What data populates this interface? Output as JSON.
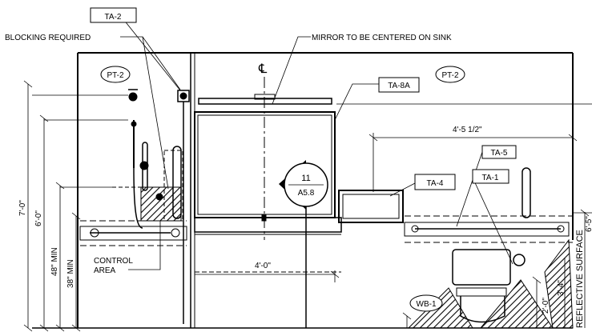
{
  "tags": {
    "ta2": "TA-2",
    "ta8a": "TA-8A",
    "ta5": "TA-5",
    "ta1": "TA-1",
    "ta4": "TA-4",
    "pt2_left": "PT-2",
    "pt2_right": "PT-2",
    "wb1": "WB-1"
  },
  "notes": {
    "blocking": "BLOCKING REQUIRED",
    "mirror": "MIRROR TO BE CENTERED ON SINK",
    "control_line1": "CONTROL",
    "control_line2": "AREA",
    "reflective": "REFLECTIVE SURFACE"
  },
  "dimensions": {
    "d7_0": "7'-0\"",
    "d6_0": "6'-0\"",
    "d48min": "48\" MIN",
    "d38min": "38\" MIN",
    "d4_5": "4'-5 1/2\"",
    "d4_0": "4'-0\"",
    "d6_5": "6'-5\"",
    "d3_4": "3'-4\"",
    "d2_0": "2'-0\""
  },
  "section": {
    "number": "11",
    "sheet": "A5.8"
  },
  "centerline": "℄"
}
